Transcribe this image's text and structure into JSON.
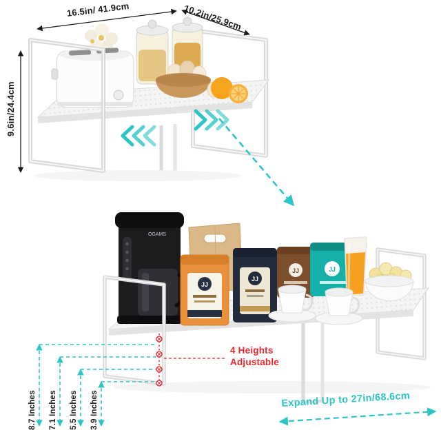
{
  "colors": {
    "accent": "#2CC5C6",
    "alert": "#E8262D",
    "ink": "#1A1A1A",
    "frame": "#DADADA"
  },
  "icons": {
    "expand_chevrons_left": "«««",
    "expand_chevrons_right": "»»»",
    "transform_arrow": "dashed-diagonal-arrow",
    "expand_arrow": "double-headed-dashed-arrow"
  },
  "top_product": {
    "width_label": "16.5in/ 41.9cm",
    "depth_label": "10.2in/25.9cm",
    "height_label": "9.6in/24.4cm"
  },
  "bottom_product": {
    "adjustable_line1": "4 Heights",
    "adjustable_line2": "Adjustable",
    "expand_label": "Expand Up to 27in/68.6cm",
    "height_labels": [
      "8.7 Inches",
      "7.1 Inches",
      "5.5 Inches",
      "3.9 Inches"
    ],
    "coffee_maker_brand": "OGAMS",
    "box_logo": "JJ"
  }
}
